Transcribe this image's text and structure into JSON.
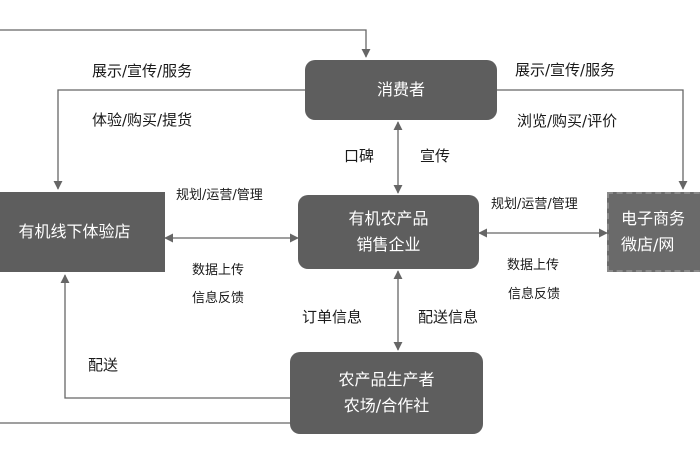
{
  "nodes": {
    "consumer": {
      "lines": [
        "消费者"
      ]
    },
    "enterprise": {
      "lines": [
        "有机农产品",
        "销售企业"
      ]
    },
    "offline_store": {
      "lines": [
        "有机线下体验店"
      ]
    },
    "ecommerce": {
      "lines": [
        "电子商务",
        "微店/网"
      ]
    },
    "producer": {
      "lines": [
        "农产品生产者",
        "农场/合作社"
      ]
    }
  },
  "edge_labels": {
    "left_top": "展示/宣传/服务",
    "left_bottom": "体验/购买/提货",
    "right_top": "展示/宣传/服务",
    "right_bottom": "浏览/购买/评价",
    "word_of_mouth": "口碑",
    "publicity": "宣传",
    "plan_left": "规划/运营/管理",
    "data_left_1": "数据上传",
    "data_left_2": "信息反馈",
    "plan_right": "规划/运营/管理",
    "data_right_1": "数据上传",
    "data_right_2": "信息反馈",
    "order_info": "订单信息",
    "delivery_info": "配送信息",
    "delivery": "配送"
  },
  "colors": {
    "node_fill": "#5e5e5e",
    "edge": "#666666"
  }
}
